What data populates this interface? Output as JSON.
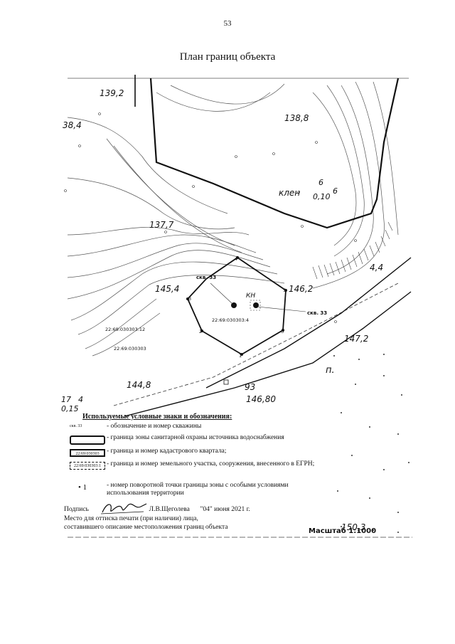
{
  "page_number": "53",
  "title": "План границ объекта",
  "map": {
    "elevations": [
      "139,2",
      "38,4",
      "138,8",
      "137,7",
      "145,4",
      "146,2",
      "4,4",
      "147,2",
      "144,8",
      "146,80",
      "150,3"
    ],
    "tree_label": "клен",
    "tree_numbers": [
      "6",
      "0,10",
      "6"
    ],
    "well_labels": [
      "скв. 33",
      "скв. 33"
    ],
    "well_code": "КН",
    "parcel_label": "22:69:030303:4",
    "quarter_labels": [
      "22:69:030303:12",
      "22:69:030303"
    ],
    "point_numbers": [
      "4",
      "5",
      "6",
      "1",
      "2",
      "3"
    ],
    "edge_labels": [
      "17",
      "4",
      "0,15"
    ],
    "road_number": "93",
    "vegetation_label": "п."
  },
  "legend": {
    "title": "Используемые условные знаки и обозначения:",
    "items": [
      {
        "symbol": "скв. 33",
        "text": "- обозначение и номер скважины"
      },
      {
        "symbol": "",
        "text": "- граница зоны санитарной охраны источника водоснабжения"
      },
      {
        "symbol": "22:69:030303",
        "text": "- граница и номер кадастрового квартала;"
      },
      {
        "symbol": "22:69:030303:1",
        "text": "- граница и номер земельного участка, сооружения, внесенного в ЕГРН;"
      },
      {
        "symbol": "• 1",
        "text": "- номер поворотной точки границы зоны с особыми условиями использования территории"
      }
    ]
  },
  "footer": {
    "signature_prefix": "Подпись",
    "signer": "Л.В.Щеголева",
    "date": "\"04\" июня 2021 г.",
    "stamp_place": "Место для оттиска печати (при наличии) лица,",
    "compiler": "составившего описание местоположения границ объекта",
    "scale": "Масштаб 1:1000"
  }
}
